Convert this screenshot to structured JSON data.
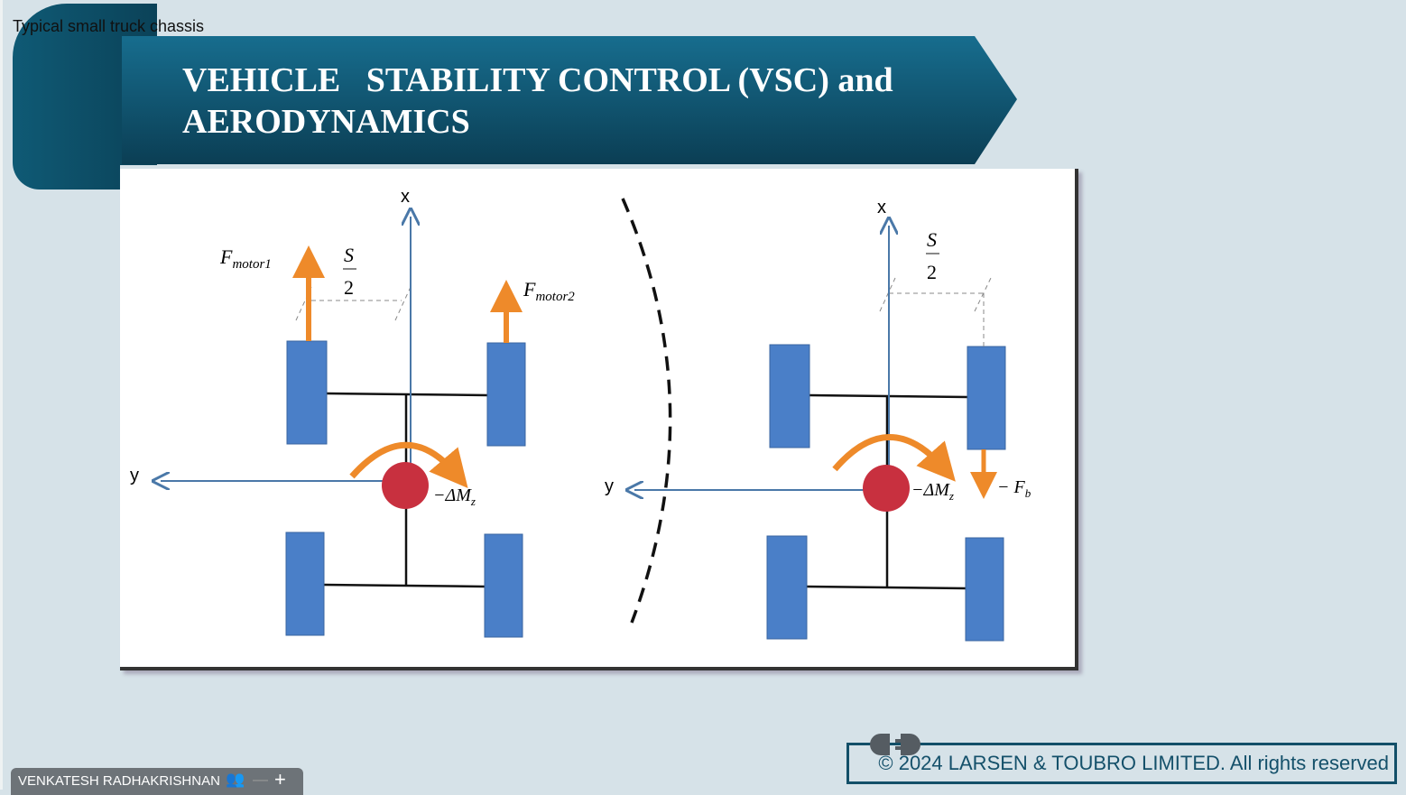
{
  "caption": "Typical small truck chassis",
  "title": {
    "line1": "VEHICLE   STABILITY CONTROL (VSC) and",
    "line2": "AERODYNAMICS"
  },
  "diagram": {
    "left": {
      "x_axis": "x",
      "y_axis": "y",
      "f_motor1": "F",
      "f_motor1_sub": "motor1",
      "s_num": "S",
      "s_den": "2",
      "f_motor2": "F",
      "f_motor2_sub": "motor2",
      "moment": "−ΔM",
      "moment_sub": "z"
    },
    "right": {
      "x_axis": "x",
      "y_axis": "y",
      "s_num": "S",
      "s_den": "2",
      "moment": "−ΔM",
      "moment_sub": "z",
      "brake": "− F",
      "brake_sub": "b"
    }
  },
  "footer": {
    "copyright": "© 2024 LARSEN & TOUBRO LIMITED. All rights reserved"
  },
  "presenter": {
    "name": "VENKATESH RADHAKRISHNAN",
    "minus": "—",
    "plus": "+"
  },
  "colors": {
    "background": "#d6e2e8",
    "banner": "#0f5a75",
    "wheel": "#4a7fc8",
    "force": "#ee8a2a",
    "cg": "#c8303f"
  }
}
